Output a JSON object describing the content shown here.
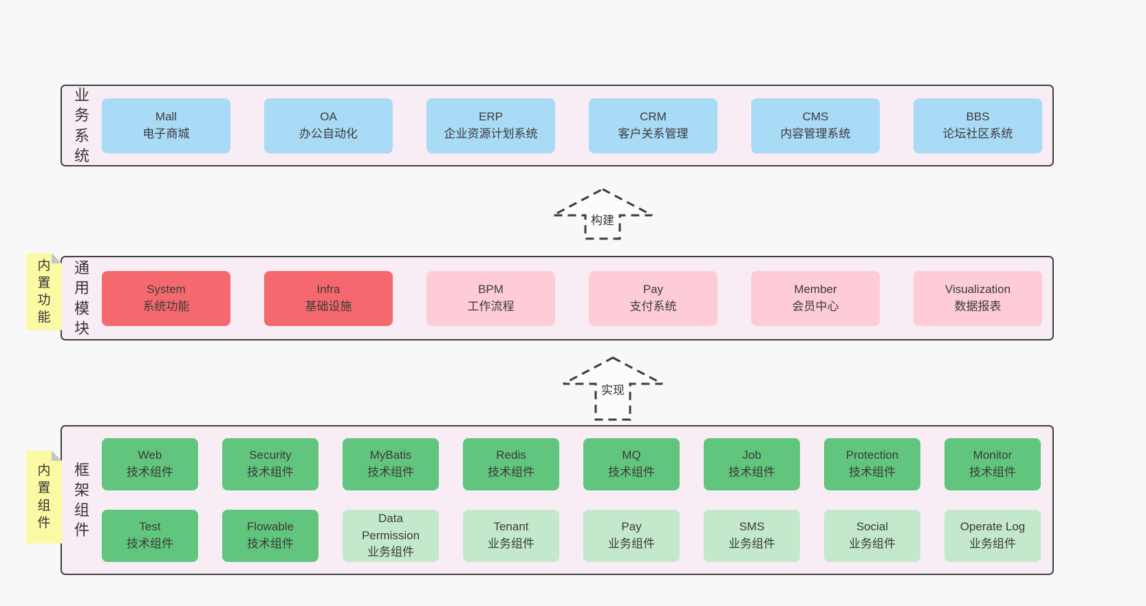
{
  "palette": {
    "page_bg": "#f8f8f8",
    "band_bg": "#f8edf5",
    "band_border": "#3f3f3f",
    "blue": "#a9daf6",
    "red": "#f5696e",
    "pink": "#fdccd6",
    "green": "#62c57d",
    "light_green": "#c3e8cc",
    "sticky_yellow": "#fcf9a5",
    "text": "#3b3b3b"
  },
  "bands": [
    {
      "label": "业务系统",
      "boxes": [
        {
          "title": "Mall",
          "subtitle": "电子商城"
        },
        {
          "title": "OA",
          "subtitle": "办公自动化"
        },
        {
          "title": "ERP",
          "subtitle": "企业资源计划系统"
        },
        {
          "title": "CRM",
          "subtitle": "客户关系管理"
        },
        {
          "title": "CMS",
          "subtitle": "内容管理系统"
        },
        {
          "title": "BBS",
          "subtitle": "论坛社区系统"
        }
      ]
    },
    {
      "label": "通用模块",
      "boxes": [
        {
          "title": "System",
          "subtitle": "系统功能"
        },
        {
          "title": "Infra",
          "subtitle": "基础设施"
        },
        {
          "title": "BPM",
          "subtitle": "工作流程"
        },
        {
          "title": "Pay",
          "subtitle": "支付系统"
        },
        {
          "title": "Member",
          "subtitle": "会员中心"
        },
        {
          "title": "Visualization",
          "subtitle": "数据报表"
        }
      ]
    },
    {
      "label": "框架组件",
      "rows": [
        [
          {
            "title": "Web",
            "subtitle": "技术组件"
          },
          {
            "title": "Security",
            "subtitle": "技术组件"
          },
          {
            "title": "MyBatis",
            "subtitle": "技术组件"
          },
          {
            "title": "Redis",
            "subtitle": "技术组件"
          },
          {
            "title": "MQ",
            "subtitle": "技术组件"
          },
          {
            "title": "Job",
            "subtitle": "技术组件"
          },
          {
            "title": "Protection",
            "subtitle": "技术组件"
          },
          {
            "title": "Monitor",
            "subtitle": "技术组件"
          }
        ],
        [
          {
            "title": "Test",
            "subtitle": "技术组件"
          },
          {
            "title": "Flowable",
            "subtitle": "技术组件"
          },
          {
            "title": "Data Permission",
            "subtitle": "业务组件"
          },
          {
            "title": "Tenant",
            "subtitle": "业务组件"
          },
          {
            "title": "Pay",
            "subtitle": "业务组件"
          },
          {
            "title": "SMS",
            "subtitle": "业务组件"
          },
          {
            "title": "Social",
            "subtitle": "业务组件"
          },
          {
            "title": "Operate Log",
            "subtitle": "业务组件"
          }
        ]
      ]
    }
  ],
  "arrows": [
    {
      "label": "构建"
    },
    {
      "label": "实现"
    }
  ],
  "stickies": [
    {
      "label": "内置功能"
    },
    {
      "label": "内置组件"
    }
  ]
}
